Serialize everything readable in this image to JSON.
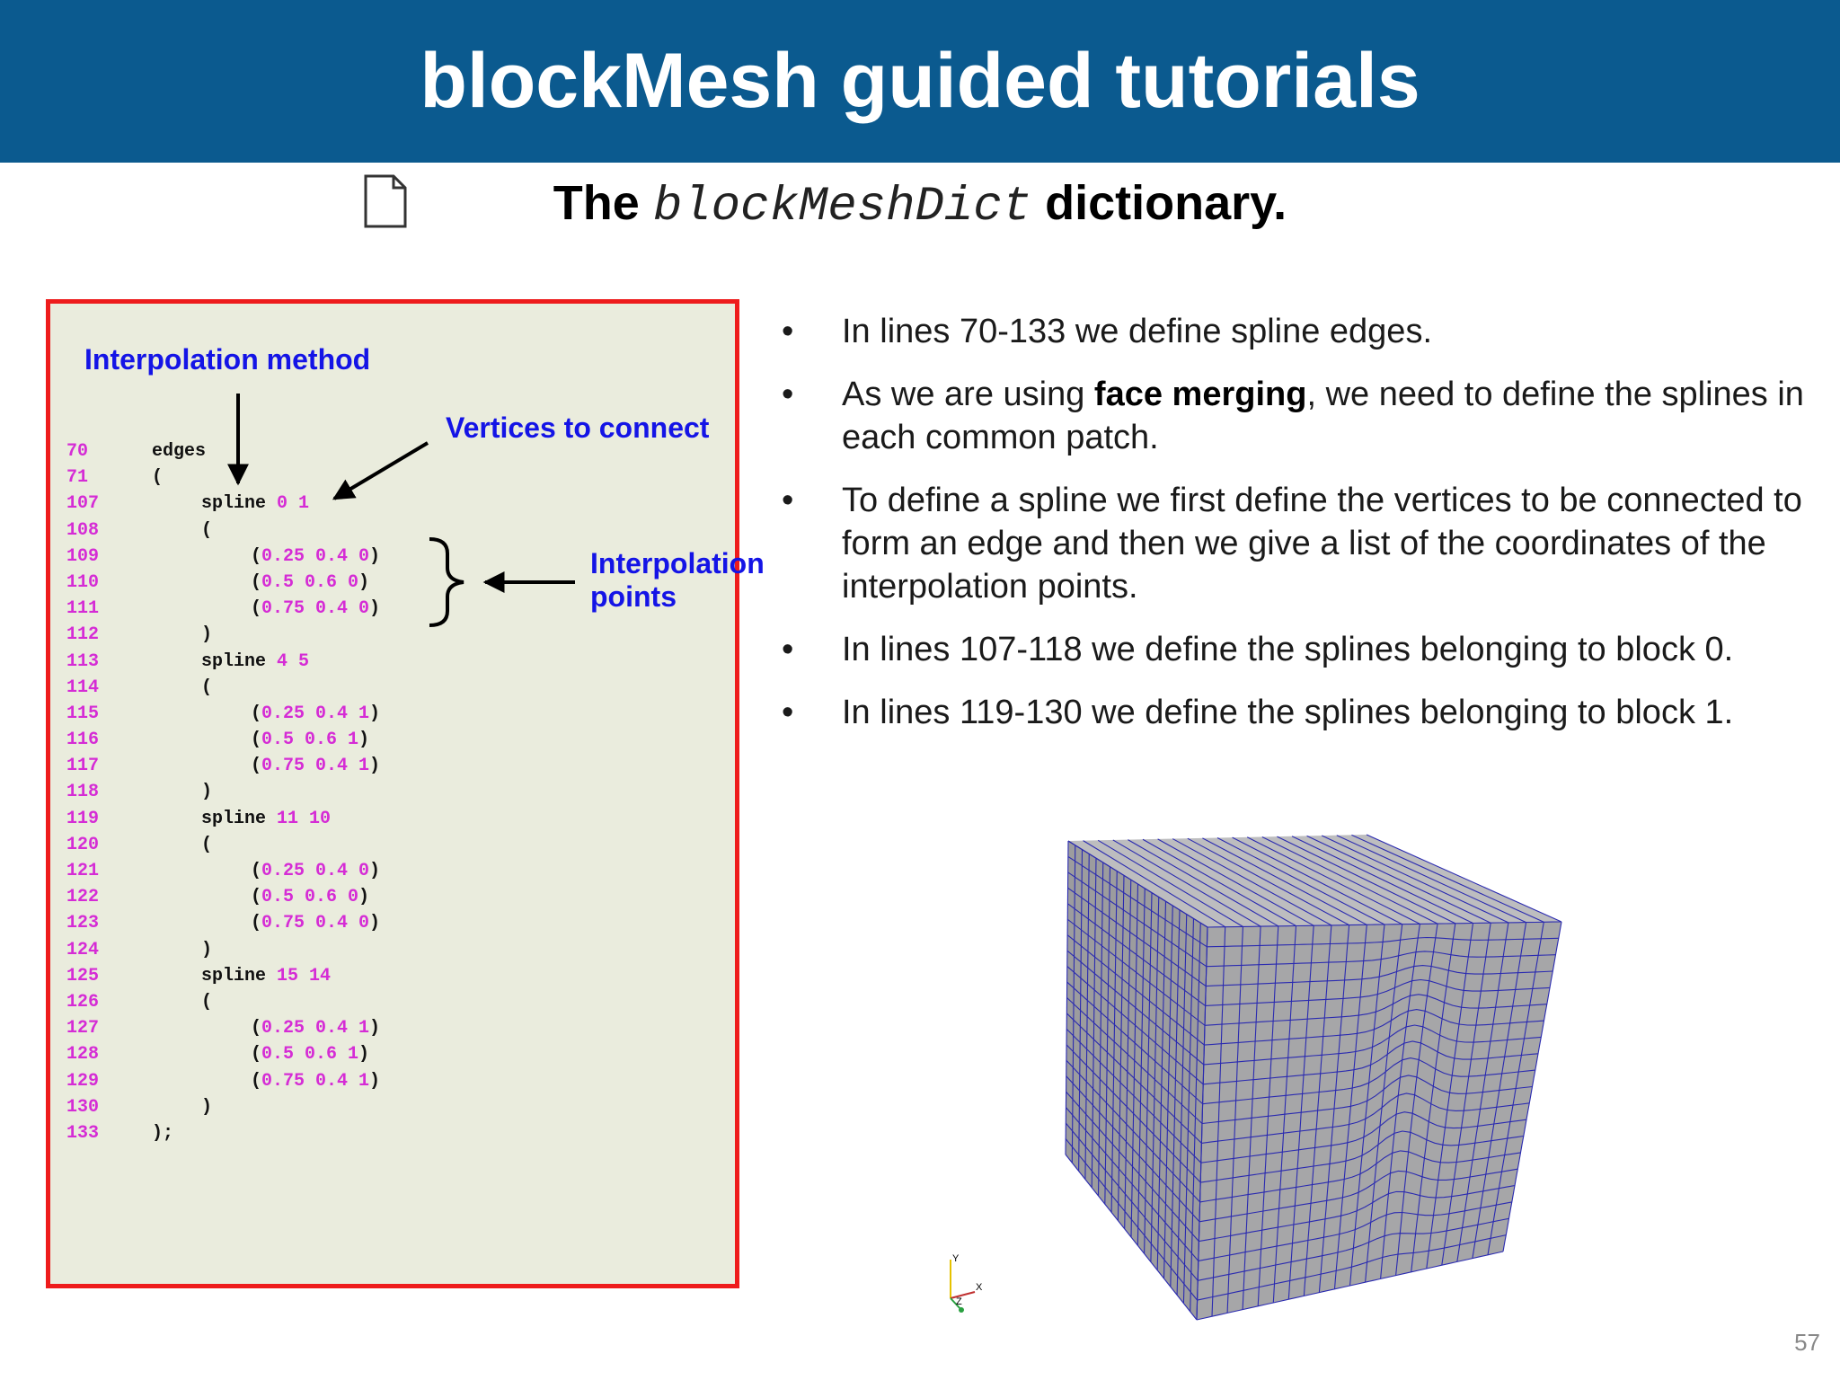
{
  "header": {
    "title": "blockMesh guided tutorials"
  },
  "subtitle": {
    "prefix": "The",
    "code": "blockMeshDict",
    "suffix": "dictionary."
  },
  "icons": {
    "file": "document-icon"
  },
  "annotations": {
    "interpolation_method": "Interpolation method",
    "vertices_to_connect": "Vertices to connect",
    "interpolation_points_1": "Interpolation",
    "interpolation_points_2": "points"
  },
  "code_lines": [
    {
      "ln": "70",
      "text": "edges",
      "nums": "",
      "indent": 0
    },
    {
      "ln": "71",
      "text": "(",
      "nums": "",
      "indent": 0
    },
    {
      "ln": "107",
      "text": "spline ",
      "nums": "0 1",
      "indent": 1
    },
    {
      "ln": "108",
      "text": "(",
      "nums": "",
      "indent": 1
    },
    {
      "ln": "109",
      "text": "(",
      "nums": "0.25 0.4 0",
      "close": ")",
      "indent": 2
    },
    {
      "ln": "110",
      "text": "(",
      "nums": "0.5 0.6 0",
      "close": ")",
      "indent": 2
    },
    {
      "ln": "111",
      "text": "(",
      "nums": "0.75 0.4 0",
      "close": ")",
      "indent": 2
    },
    {
      "ln": "112",
      "text": ")",
      "nums": "",
      "indent": 1
    },
    {
      "ln": "113",
      "text": "spline ",
      "nums": "4 5",
      "indent": 1
    },
    {
      "ln": "114",
      "text": "(",
      "nums": "",
      "indent": 1
    },
    {
      "ln": "115",
      "text": "(",
      "nums": "0.25 0.4 1",
      "close": ")",
      "indent": 2
    },
    {
      "ln": "116",
      "text": "(",
      "nums": "0.5 0.6 1",
      "close": ")",
      "indent": 2
    },
    {
      "ln": "117",
      "text": "(",
      "nums": "0.75 0.4 1",
      "close": ")",
      "indent": 2
    },
    {
      "ln": "118",
      "text": ")",
      "nums": "",
      "indent": 1
    },
    {
      "ln": "119",
      "text": "spline ",
      "nums": "11 10",
      "indent": 1
    },
    {
      "ln": "120",
      "text": "(",
      "nums": "",
      "indent": 1
    },
    {
      "ln": "121",
      "text": "(",
      "nums": "0.25 0.4 0",
      "close": ")",
      "indent": 2
    },
    {
      "ln": "122",
      "text": "(",
      "nums": "0.5 0.6 0",
      "close": ")",
      "indent": 2
    },
    {
      "ln": "123",
      "text": "(",
      "nums": "0.75 0.4 0",
      "close": ")",
      "indent": 2
    },
    {
      "ln": "124",
      "text": ")",
      "nums": "",
      "indent": 1
    },
    {
      "ln": "125",
      "text": "spline ",
      "nums": "15 14",
      "indent": 1
    },
    {
      "ln": "126",
      "text": "(",
      "nums": "",
      "indent": 1
    },
    {
      "ln": "127",
      "text": "(",
      "nums": "0.25 0.4 1",
      "close": ")",
      "indent": 2
    },
    {
      "ln": "128",
      "text": "(",
      "nums": "0.5 0.6 1",
      "close": ")",
      "indent": 2
    },
    {
      "ln": "129",
      "text": "(",
      "nums": "0.75 0.4 1",
      "close": ")",
      "indent": 2
    },
    {
      "ln": "130",
      "text": ")",
      "nums": "",
      "indent": 1
    },
    {
      "ln": "133",
      "text": ");",
      "nums": "",
      "indent": 0
    }
  ],
  "bullets": [
    {
      "dot": "•",
      "before": "In lines 70-133 we define spline edges.",
      "bold": "",
      "after": ""
    },
    {
      "dot": "•",
      "before": "As we are using ",
      "bold": "face merging",
      "after": ", we need to define the splines in each common patch."
    },
    {
      "dot": "•",
      "before": "To define a spline we first define the vertices to be connected to form an edge and then we give a list of  the coordinates of the interpolation points.",
      "bold": "",
      "after": ""
    },
    {
      "dot": "•",
      "before": "In lines 107-118 we define the splines belonging to block 0.",
      "bold": "",
      "after": ""
    },
    {
      "dot": "•",
      "before": "In lines 119-130 we define the splines belonging to block 1.",
      "bold": "",
      "after": ""
    }
  ],
  "axes": {
    "y": "Y",
    "x": "X",
    "z": "Z"
  },
  "page_number": "57",
  "colors": {
    "header": "#0b5a8f",
    "annotation": "#1414e6",
    "line_numbers": "#d52cd5",
    "box_border": "#ee1c1c",
    "mesh_line": "#2a2ab0",
    "mesh_face": "#a6a6a8"
  }
}
